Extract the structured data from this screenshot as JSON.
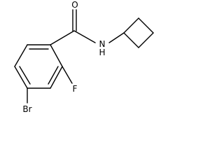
{
  "molecule": {
    "atoms": {
      "oxygen": "O",
      "nitrogen": "N",
      "hydrogen": "H",
      "fluorine": "F",
      "bromine": "Br"
    },
    "colors": {
      "bond": "#000000",
      "label": "#000000",
      "background": "#ffffff"
    }
  }
}
